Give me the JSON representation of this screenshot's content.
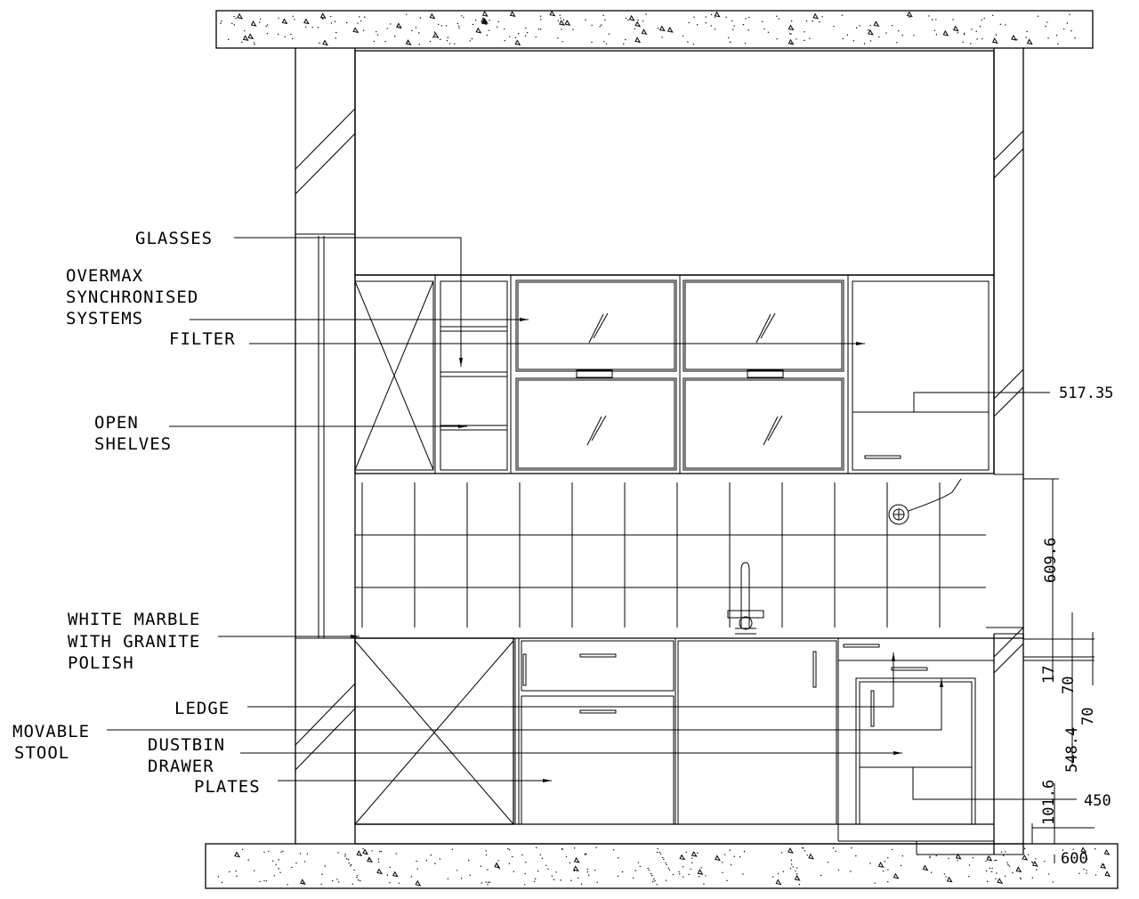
{
  "labels": {
    "glasses": "GLASSES",
    "overmax_1": "OVERMAX",
    "overmax_2": "SYNCHRONISED",
    "overmax_3": "SYSTEMS",
    "filter": "FILTER",
    "open_1": "OPEN",
    "open_2": "SHELVES",
    "marble_1": "WHITE MARBLE",
    "marble_2": "WITH GRANITE",
    "marble_3": "POLISH",
    "ledge": "LEDGE",
    "stool_1": "MOVABLE",
    "stool_2": "STOOL",
    "dustbin_1": "DUSTBIN",
    "dustbin_2": "DRAWER",
    "plates": "PLATES"
  },
  "dimensions": {
    "d517": "517.35",
    "d609": "609.6",
    "d17": "17",
    "d70a": "70",
    "d70b": "70",
    "d548": "548.4",
    "d101": "101.6",
    "d450": "450",
    "d600": "600"
  }
}
